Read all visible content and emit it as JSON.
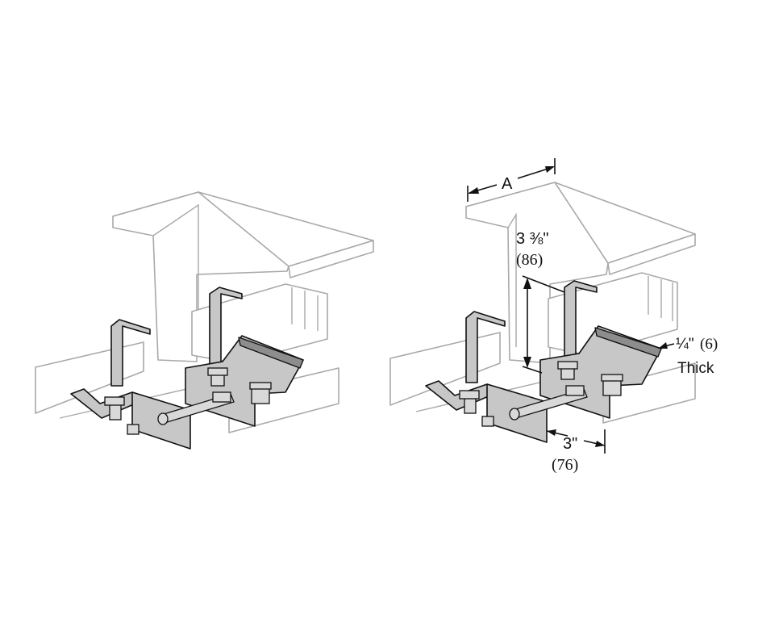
{
  "figure": {
    "dimensions": {
      "width_label": "A",
      "height_label_imperial": "3 ⅜\"",
      "height_label_metric": "(86)",
      "thickness_label_imperial": "¼\"",
      "thickness_label_metric": "(6)",
      "thickness_label_word": "Thick",
      "length_label_imperial": "3\"",
      "length_label_metric": "(76)"
    }
  }
}
